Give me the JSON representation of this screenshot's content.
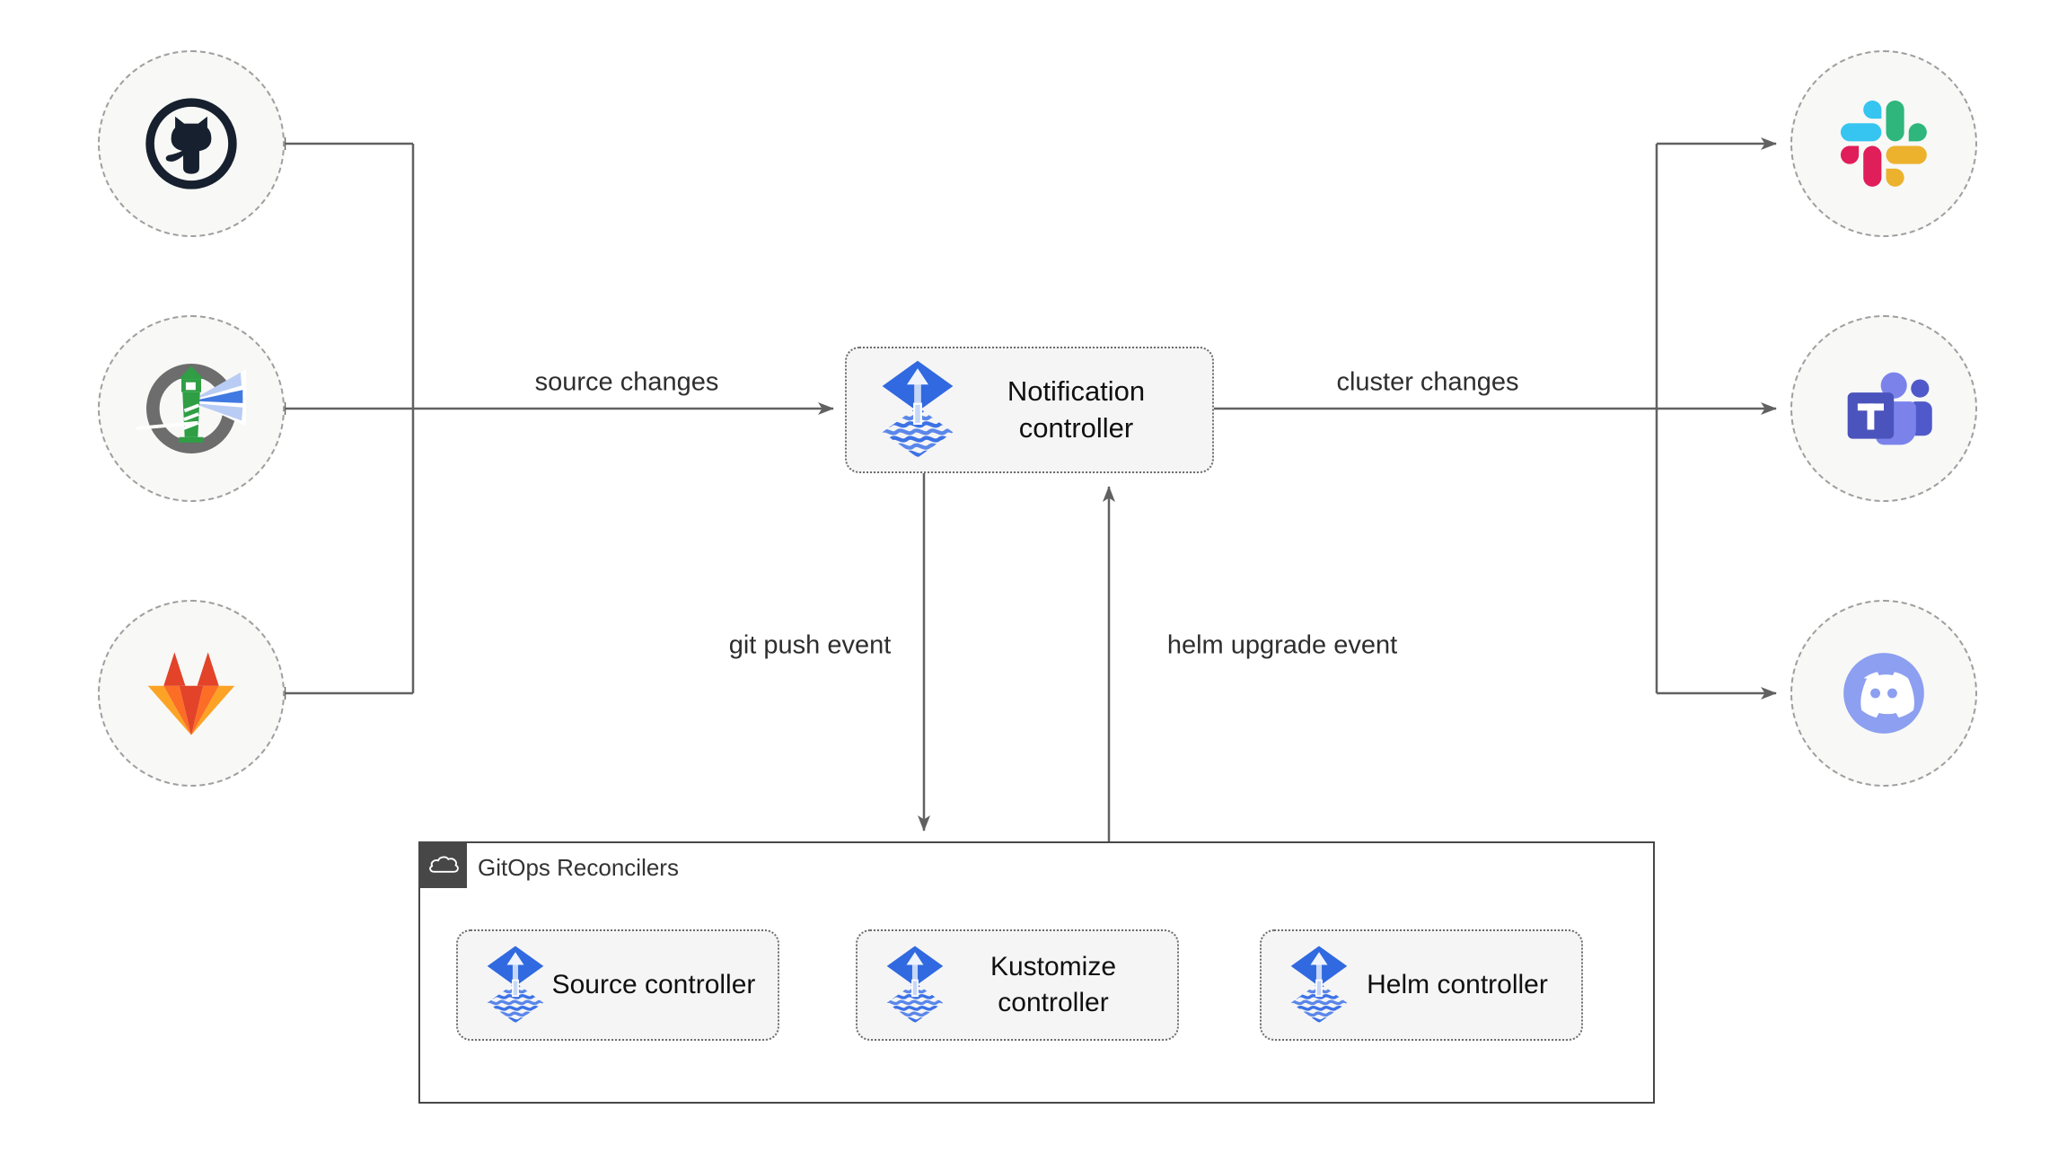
{
  "diagram": {
    "notification": {
      "label": "Notification controller",
      "icon": "flux-icon"
    },
    "edge_labels": {
      "source_changes": "source changes",
      "cluster_changes": "cluster changes",
      "git_push_event": "git push event",
      "helm_upgrade_event": "helm upgrade event"
    },
    "sources": [
      {
        "id": "github",
        "icon": "github-icon"
      },
      {
        "id": "harbor",
        "icon": "harbor-icon"
      },
      {
        "id": "gitlab",
        "icon": "gitlab-icon"
      }
    ],
    "notifiers": [
      {
        "id": "slack",
        "icon": "slack-icon"
      },
      {
        "id": "teams",
        "icon": "microsoft-teams-icon"
      },
      {
        "id": "discord",
        "icon": "discord-icon"
      }
    ],
    "gitops_group": {
      "title": "GitOps Reconcilers",
      "icon": "cloud-icon",
      "controllers": [
        {
          "label": "Source controller",
          "icon": "flux-icon"
        },
        {
          "label": "Kustomize controller",
          "icon": "flux-icon"
        },
        {
          "label": "Helm controller",
          "icon": "flux-icon"
        }
      ]
    },
    "colors": {
      "flux_blue": "#3069e0",
      "connector_line": "#616161",
      "node_fill": "#f8f8f6",
      "box_fill": "#f5f5f5",
      "group_border": "#474747",
      "github_dark": "#16202e",
      "harbor_green": "#2f9e44",
      "gitlab_red": "#e24329",
      "gitlab_orange": "#fc6d26",
      "gitlab_yellow": "#fca326",
      "slack_blue": "#36c5f0",
      "slack_green": "#2eb67d",
      "slack_red": "#e01e5a",
      "slack_yellow": "#ecb22e",
      "teams_purple": "#4b53bc",
      "discord_blurple": "#8c9ff0"
    }
  }
}
